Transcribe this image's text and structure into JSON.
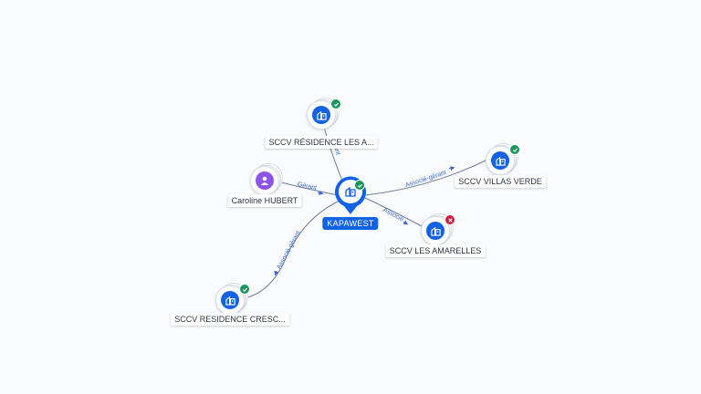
{
  "colors": {
    "company_blue": "#1262e6",
    "person_purple": "#8e54e9",
    "status_active": "#17975a",
    "status_inactive": "#d8173f",
    "edge_label": "#3b67d8",
    "edge_line": "#6e7ea0"
  },
  "center": {
    "name": "KAPAWEST",
    "icon": "building-icon",
    "status": "active"
  },
  "nodes": {
    "residence_les_a": {
      "name": "SCCV RÉSIDENCE LES A...",
      "icon": "building-icon",
      "status": "active"
    },
    "caroline": {
      "name": "Caroline HUBERT",
      "icon": "person-icon"
    },
    "villas_verde": {
      "name": "SCCV VILLAS VERDE",
      "icon": "building-icon",
      "status": "active"
    },
    "les_amarelles": {
      "name": "SCCV LES AMARELLES",
      "icon": "building-icon",
      "status": "inactive"
    },
    "residence_cresc": {
      "name": "SCCV RESIDENCE CRESC...",
      "icon": "building-icon",
      "status": "active"
    }
  },
  "edges": {
    "residence_les_a": "Gérant",
    "caroline": "Gérant",
    "villas_verde": "Associé-gérant",
    "les_amarelles": "Associé",
    "residence_cresc": "Associé-gérant"
  }
}
